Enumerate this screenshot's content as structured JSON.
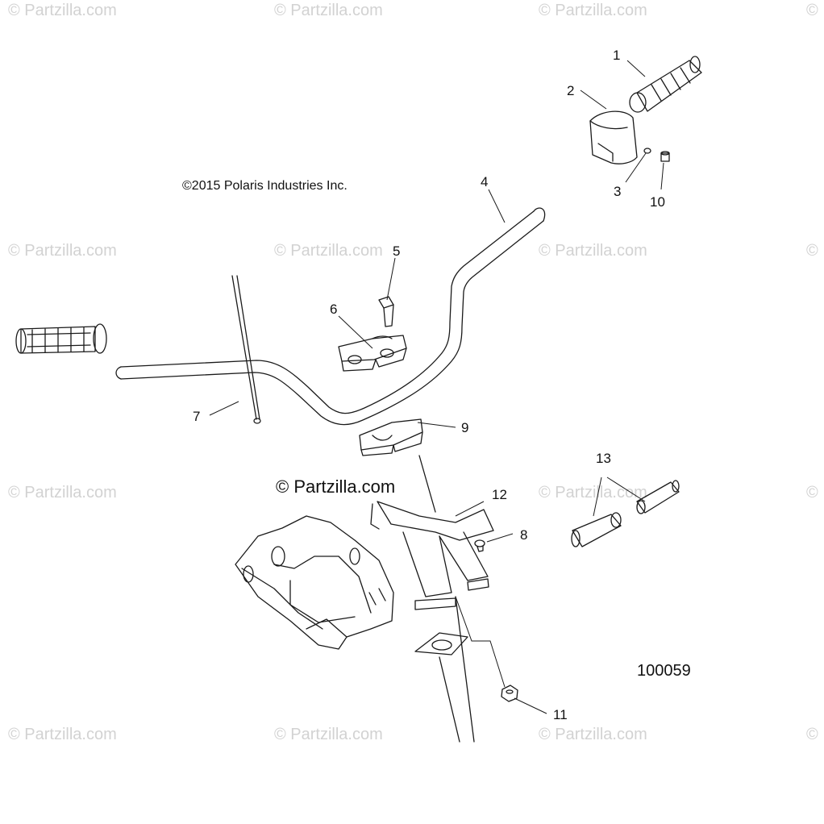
{
  "copyright": "©2015 Polaris Industries Inc.",
  "diagram_number": "100059",
  "center_watermark": "© Partzilla.com",
  "watermarks": [
    "© Partzilla.com",
    "© Partzilla.com",
    "© Partzilla.com",
    "©",
    "© Partzilla.com",
    "© Partzilla.com",
    "© Partzilla.com",
    "©",
    "© Partzilla.com",
    "© Partzilla.com",
    "©",
    "© Partzilla.com",
    "© Partzilla.com",
    "© Partzilla.com",
    "©"
  ],
  "callouts": [
    "1",
    "2",
    "3",
    "4",
    "5",
    "6",
    "7",
    "8",
    "9",
    "10",
    "11",
    "12",
    "13"
  ]
}
